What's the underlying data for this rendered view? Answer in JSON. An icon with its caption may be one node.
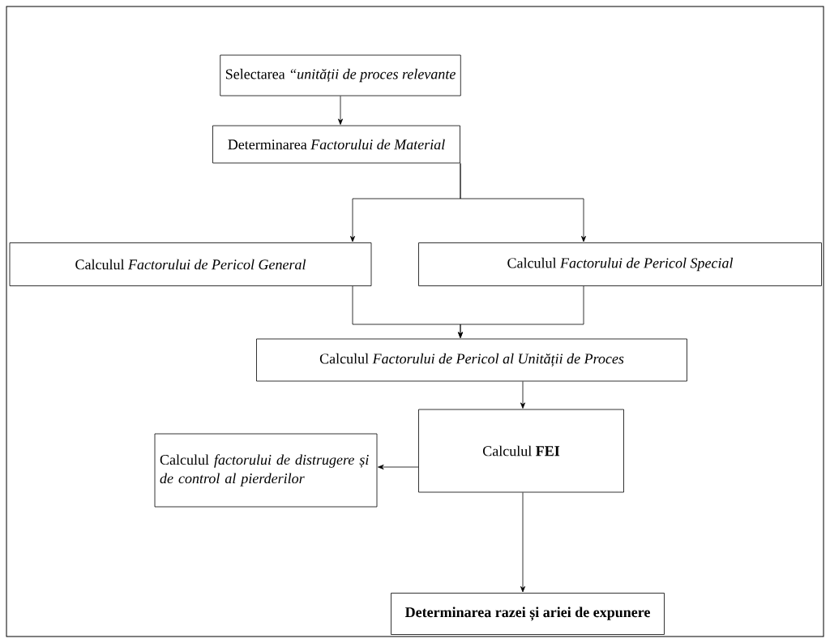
{
  "diagram": {
    "nodes": [
      {
        "text": [
          "Selectarea *“unității de proces relevante*"
        ]
      },
      {
        "text": [
          "Determinarea *Factorului de Material*"
        ]
      },
      {
        "text": [
          "Calculul *Factorului de Pericol General*"
        ]
      },
      {
        "text": [
          "Calculul *Factorului de Pericol Special*"
        ]
      },
      {
        "text": [
          "Calculul *Factorului de Pericol al Unității de Proces*"
        ]
      },
      {
        "text": [
          "Calculul  **FEI**"
        ]
      },
      {
        "text": [
          "Calculul *factorului de distrugere și de control al pierderilor*"
        ]
      },
      {
        "text": [
          "Determinarea razei și ariei de expunere"
        ]
      }
    ],
    "edges": [
      {
        "from": 0,
        "to": 1,
        "arrow": "to"
      },
      {
        "from": 1,
        "to": 2,
        "arrow": "to"
      },
      {
        "from": 1,
        "to": 3,
        "arrow": "to"
      },
      {
        "from": 2,
        "to": 4,
        "arrow": "to"
      },
      {
        "from": 3,
        "to": 4,
        "arrow": "to"
      },
      {
        "from": 4,
        "to": 5,
        "arrow": "to"
      },
      {
        "from": 5,
        "to": 6,
        "arrow": "to"
      },
      {
        "from": 5,
        "to": 7,
        "arrow": "to"
      }
    ]
  }
}
